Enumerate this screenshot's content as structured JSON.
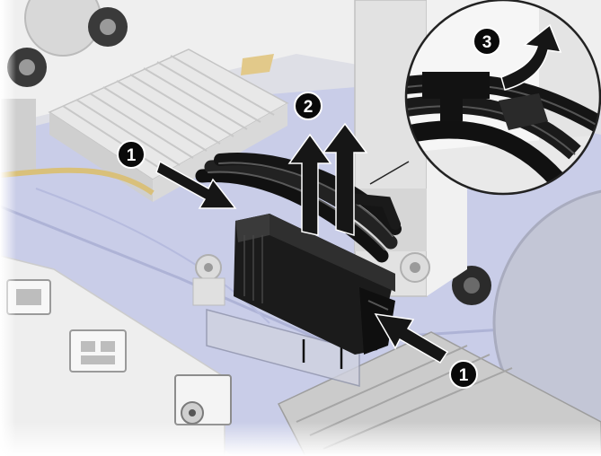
{
  "callouts": {
    "step1_left": "1",
    "step2": "2",
    "step3": "3",
    "step1_right": "1"
  },
  "colors": {
    "board": "#c9cde8",
    "board_edge": "#aeb3d6",
    "metal": "#e6e6e6",
    "connector": "#1b1b1b",
    "arrow": "#161616",
    "badge": "#0a0a0a"
  }
}
